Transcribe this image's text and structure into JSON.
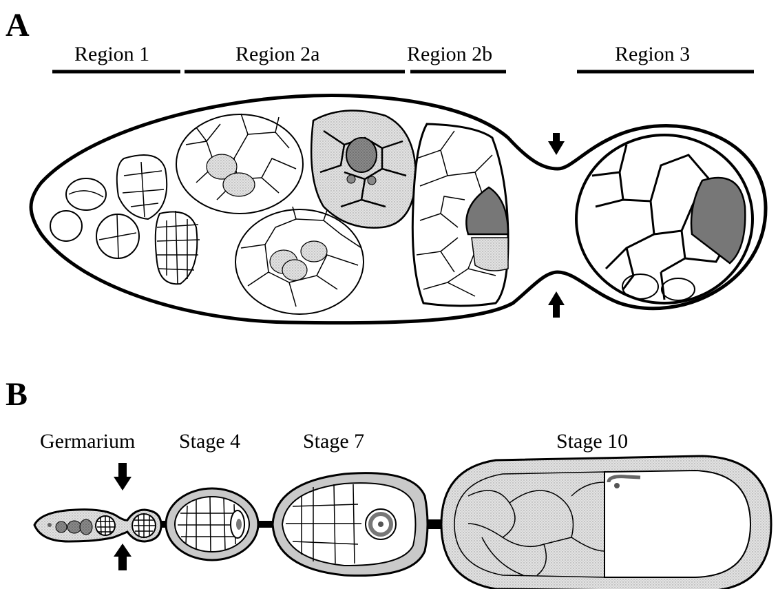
{
  "panel_a": {
    "letter": "A",
    "regions": [
      "Region 1",
      "Region 2a",
      "Region 2b",
      "Region 3"
    ]
  },
  "panel_b": {
    "letter": "B",
    "stages": [
      "Germarium",
      "Stage 4",
      "Stage 7",
      "Stage 10"
    ]
  },
  "colors": {
    "outline": "#000000",
    "oocyte_dark": "#777777",
    "follicle_gray": "#c8c8c8",
    "nurse_light": "#dcdcdc"
  }
}
